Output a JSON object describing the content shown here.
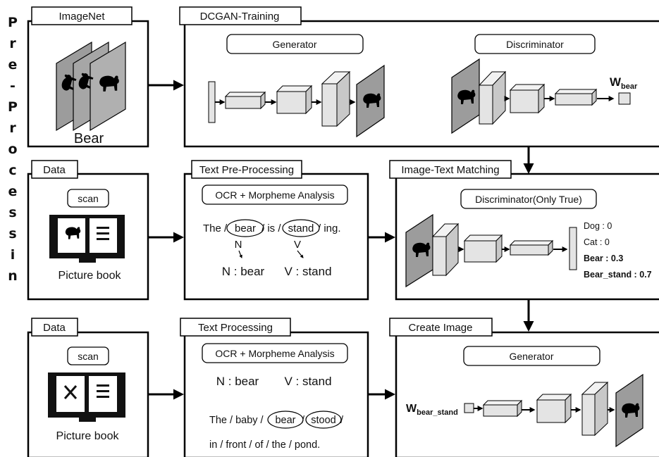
{
  "side_label": "Pre-Processing",
  "rows": {
    "top": {
      "imagenet": {
        "title": "ImageNet",
        "caption": "Bear"
      },
      "dcgan": {
        "title": "DCGAN-Training",
        "generator_label": "Generator",
        "discriminator_label": "Discriminator",
        "output_main": "W",
        "output_sub": "bear"
      }
    },
    "middle": {
      "data": {
        "title": "Data",
        "scan_label": "scan",
        "caption": "Picture book"
      },
      "text_preprocessing": {
        "title": "Text Pre-Processing",
        "pill": "OCR + Morpheme Analysis",
        "sentence": {
          "p1": "The /",
          "w1": "bear",
          "p2": "/ is /",
          "w2": "stand",
          "p3": "/ ing."
        },
        "tag1": "N",
        "tag2": "V",
        "result1": "N : bear",
        "result2": "V : stand"
      },
      "matching": {
        "title": "Image-Text Matching",
        "pill": "Discriminator(Only True)",
        "scores": [
          "Dog : 0",
          "Cat : 0",
          "Bear : 0.3",
          "Bear_stand : 0.7"
        ]
      }
    },
    "bottom": {
      "data": {
        "title": "Data",
        "scan_label": "scan",
        "caption": "Picture book"
      },
      "text_processing": {
        "title": "Text Processing",
        "pill": "OCR + Morpheme Analysis",
        "result1": "N : bear",
        "result2": "V : stand",
        "line1": {
          "p1": "The / baby /",
          "w1": "bear",
          "p2": "/",
          "w2": "stood",
          "p3": "/"
        },
        "line2": "in / front / of / the / pond."
      },
      "create": {
        "title": "Create Image",
        "pill": "Generator",
        "input_main": "W",
        "input_sub": "bear_stand"
      }
    }
  }
}
